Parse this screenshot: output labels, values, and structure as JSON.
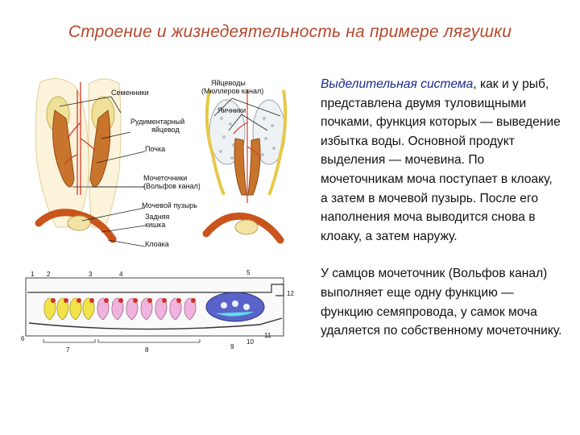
{
  "title": "Строение и жизнедеятельность на примере лягушки",
  "figure_top": {
    "labels": {
      "testes": "Семенники",
      "oviducts": "Яйцеводы",
      "oviducts_sub": "(Мюллеров канал)",
      "rudimentary1": "Рудиментарный",
      "rudimentary2": "яйцевод",
      "ovaries": "Яичники",
      "kidney": "Почка",
      "ureters": "Мочеточники",
      "ureters_sub": "(Вольфов канал)",
      "bladder": "Мочевой пузырь",
      "hindgut1": "Задняя",
      "hindgut2": "кишка",
      "cloaca": "Клоака"
    }
  },
  "figure_bottom": {
    "numbers": [
      "1",
      "2",
      "3",
      "4",
      "5",
      "12",
      "6",
      "7",
      "8",
      "9",
      "10",
      "11"
    ]
  },
  "text": {
    "p1_term": "Выделительная система",
    "p1_rest": ", как и у рыб, представлена двумя туловищными почками, функция которых — выведение избытка воды. Основной продукт выделения — мочевина. По мочеточникам моча поступает в клоаку, а затем в мочевой пузырь. После его наполнения моча выводится снова в клоаку, а затем наружу.",
    "p2": "У самцов мочеточник (Вольфов канал) выполняет еще одну функцию — функцию семяпровода, у самок моча удаляется по собственному мочеточнику."
  },
  "colors": {
    "title": "#b5482c",
    "term": "#1c2a8c",
    "kidney": "#d98a2b",
    "gut": "#c9541c",
    "vessel": "#d23c2a"
  }
}
